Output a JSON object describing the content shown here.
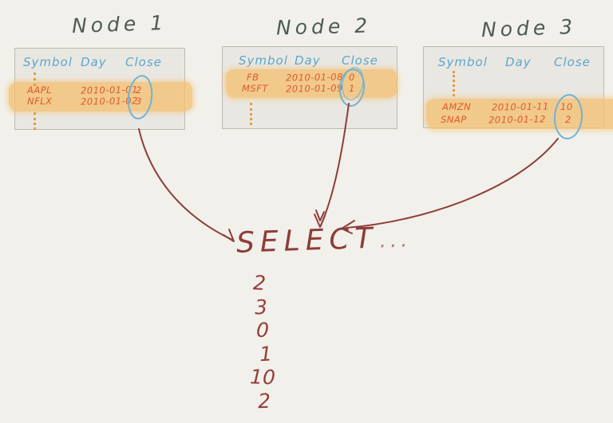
{
  "colors": {
    "background": "#f2f0ea",
    "card_bg": "#e9e7e2",
    "card_border": "#bdbab2",
    "header_text_blue": "#5aa7c9",
    "row_text_orange": "#e0592b",
    "highlight_orange": "#f4c173",
    "annotation_circle_blue": "#6fb2d6",
    "arrow_maroon": "#8d3e3a",
    "title_gray": "#4d5a55"
  },
  "nodes": [
    {
      "title": "Node 1",
      "columns": [
        "Symbol",
        "Day",
        "Close"
      ],
      "rows": [
        {
          "symbol": "AAPL",
          "day": "2010-01-01",
          "close": "2"
        },
        {
          "symbol": "NFLX",
          "day": "2010-01-02",
          "close": "3"
        }
      ]
    },
    {
      "title": "Node 2",
      "columns": [
        "Symbol",
        "Day",
        "Close"
      ],
      "rows": [
        {
          "symbol": "FB",
          "day": "2010-01-08",
          "close": "0"
        },
        {
          "symbol": "MSFT",
          "day": "2010-01-09",
          "close": "1"
        }
      ]
    },
    {
      "title": "Node 3",
      "columns": [
        "Symbol",
        "Day",
        "Close"
      ],
      "rows": [
        {
          "symbol": "AMZN",
          "day": "2010-01-11",
          "close": "10"
        },
        {
          "symbol": "SNAP",
          "day": "2010-01-12",
          "close": "2"
        }
      ]
    }
  ],
  "select": {
    "label": "SELECT",
    "ellipsis": "...",
    "results": [
      "2",
      "3",
      "0",
      "1",
      "10",
      "2"
    ]
  }
}
